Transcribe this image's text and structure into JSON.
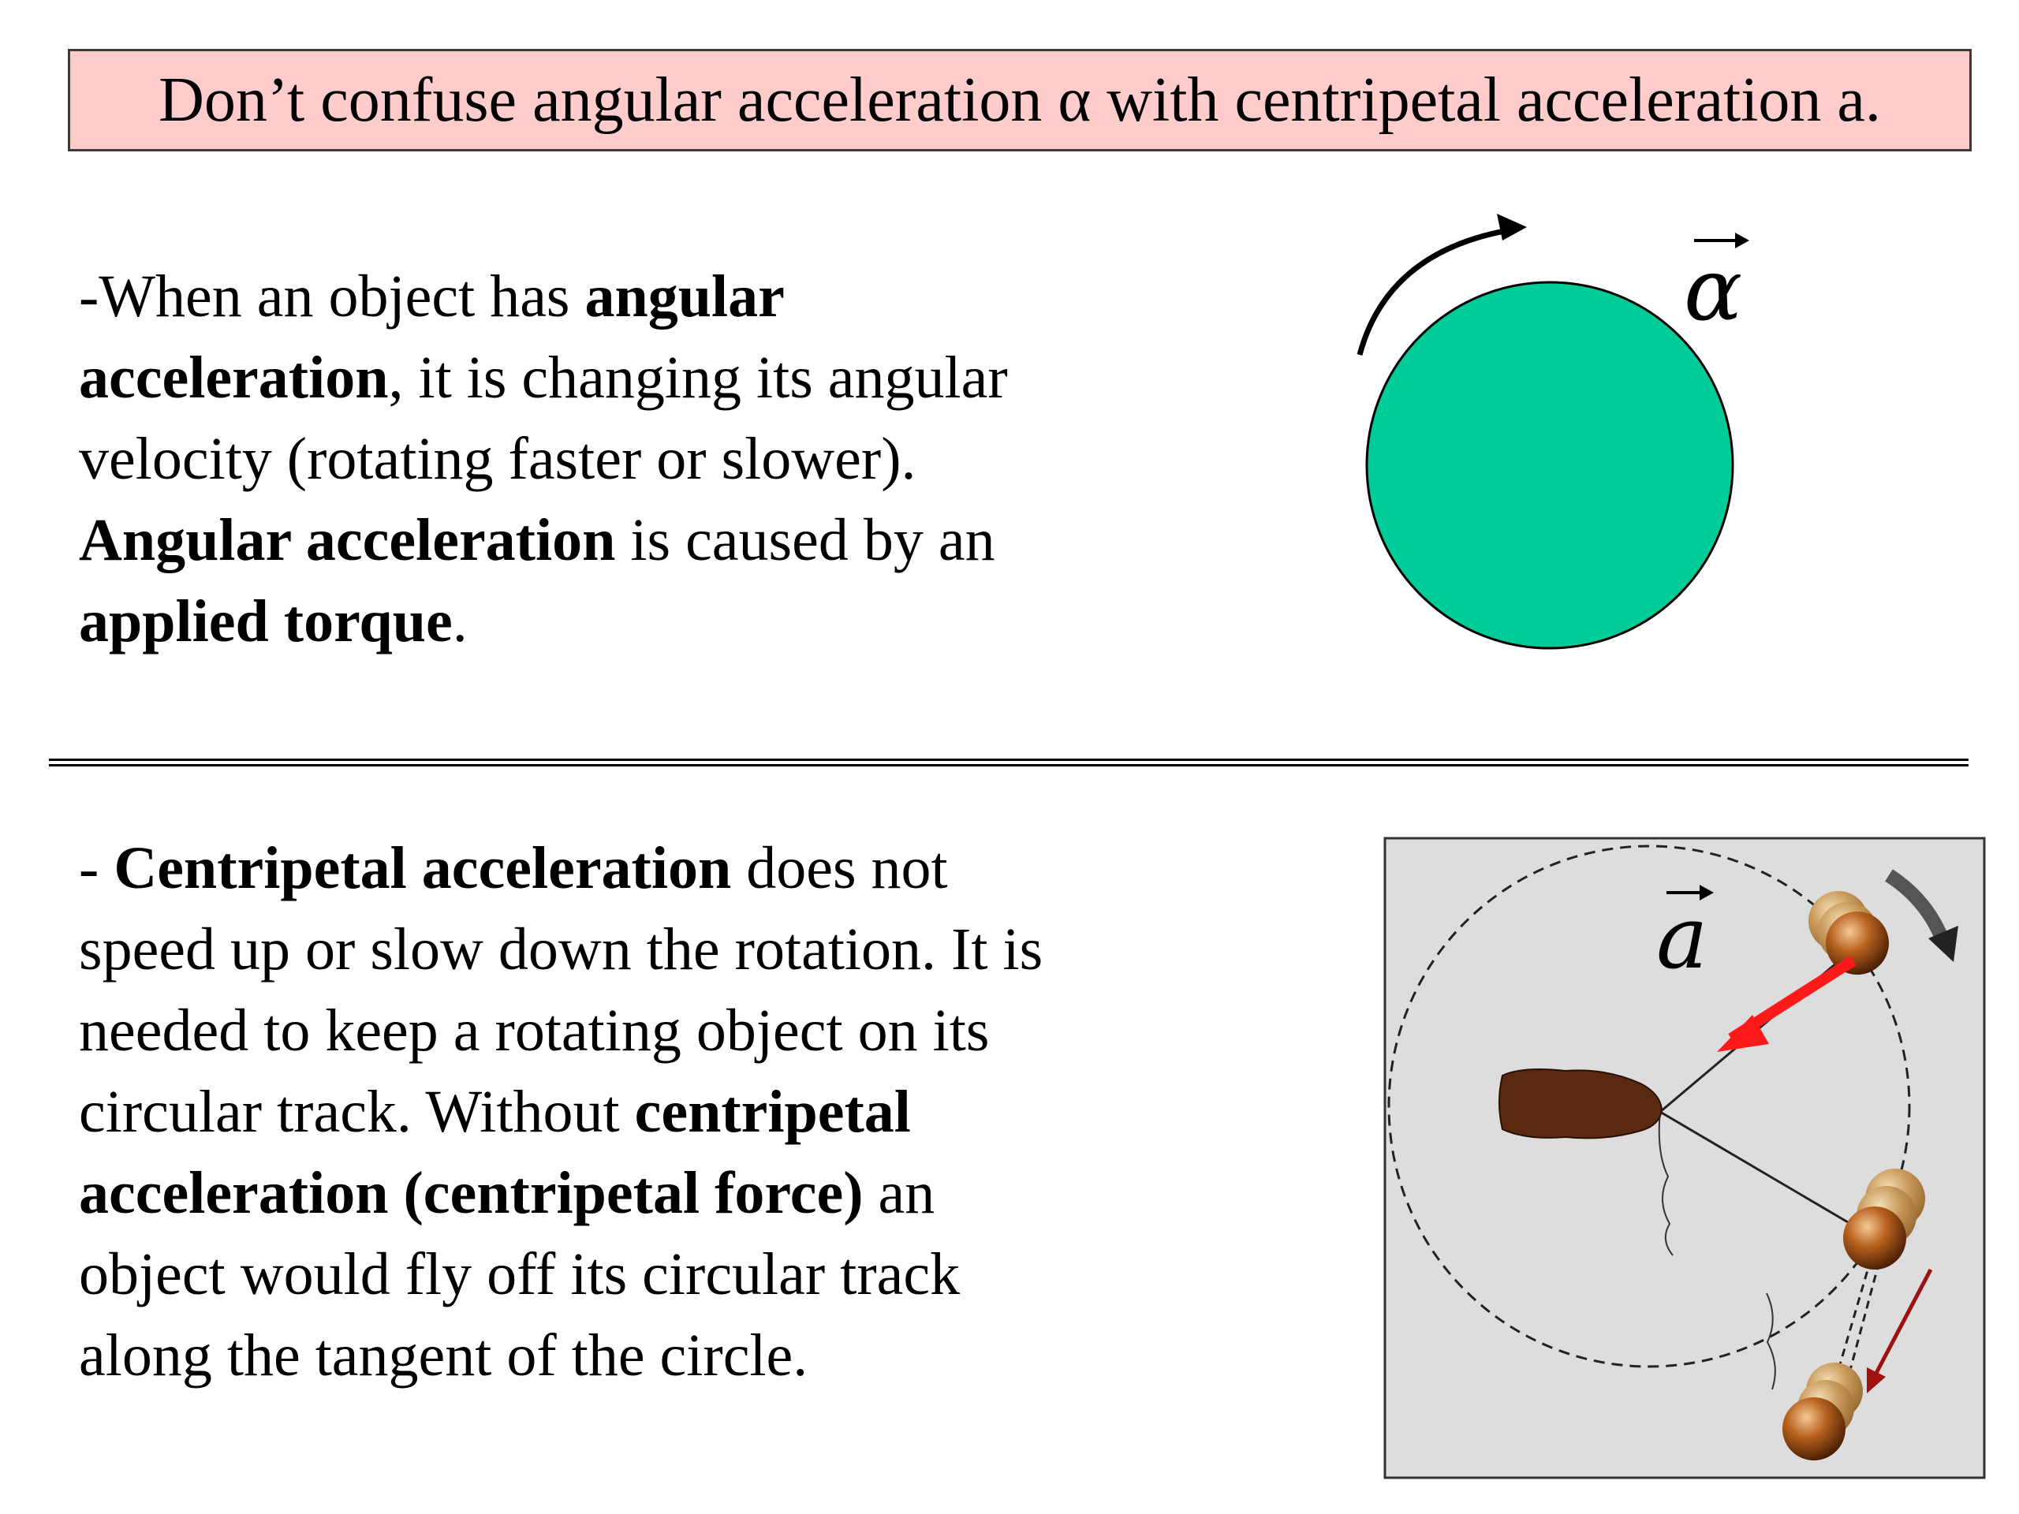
{
  "banner": {
    "text": "Don’t confuse angular acceleration α with centripetal acceleration a."
  },
  "angular_section": {
    "lines": [
      [
        {
          "t": "-When an object has ",
          "b": false
        },
        {
          "t": "angular",
          "b": true
        }
      ],
      [
        {
          "t": "acceleration",
          "b": true
        },
        {
          "t": ", it is changing its angular",
          "b": false
        }
      ],
      [
        {
          "t": "velocity (rotating faster or slower).",
          "b": false
        }
      ],
      [
        {
          "t": "Angular acceleration",
          "b": true
        },
        {
          "t": " is caused by an",
          "b": false
        }
      ],
      [
        {
          "t": "applied torque",
          "b": true
        },
        {
          "t": ".",
          "b": false
        }
      ]
    ],
    "symbol": "α",
    "disk_color": "#00cc99"
  },
  "centripetal_section": {
    "lines": [
      [
        {
          "t": "- ",
          "b": false
        },
        {
          "t": "Centripetal acceleration",
          "b": true
        },
        {
          "t": " does not",
          "b": false
        }
      ],
      [
        {
          "t": "speed up or slow down the rotation. It is",
          "b": false
        }
      ],
      [
        {
          "t": "needed to keep a rotating object on its",
          "b": false
        }
      ],
      [
        {
          "t": "circular track. Without ",
          "b": false
        },
        {
          "t": "centripetal",
          "b": true
        }
      ],
      [
        {
          "t": "acceleration (centripetal force)",
          "b": true
        },
        {
          "t": " an",
          "b": false
        }
      ],
      [
        {
          "t": "object would fly off its circular track",
          "b": false
        }
      ],
      [
        {
          "t": "along the tangent of the circle.",
          "b": false
        }
      ]
    ],
    "symbol": "a",
    "panel_color": "#dddddd",
    "arrow_color": "#ff1a1a"
  }
}
